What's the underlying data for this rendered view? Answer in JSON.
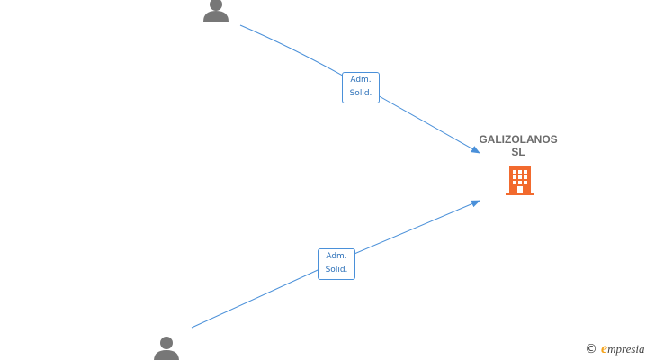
{
  "nodes": {
    "company": {
      "name_line1": "GALIZOLANOS",
      "name_line2": "SL",
      "icon": "building-icon",
      "color": "#f26a2e"
    },
    "person_top": {
      "icon": "person-icon",
      "color": "#777777"
    },
    "person_bottom": {
      "icon": "person-icon",
      "color": "#777777"
    }
  },
  "edges": [
    {
      "from": "person_top",
      "to": "company",
      "label_line1": "Adm.",
      "label_line2": "Solid."
    },
    {
      "from": "person_bottom",
      "to": "company",
      "label_line1": "Adm.",
      "label_line2": "Solid."
    }
  ],
  "colors": {
    "edge": "#4a90d9",
    "label_text": "#2a6fb8"
  },
  "brand": {
    "copyright": "©",
    "initial": "e",
    "rest": "mpresia"
  }
}
